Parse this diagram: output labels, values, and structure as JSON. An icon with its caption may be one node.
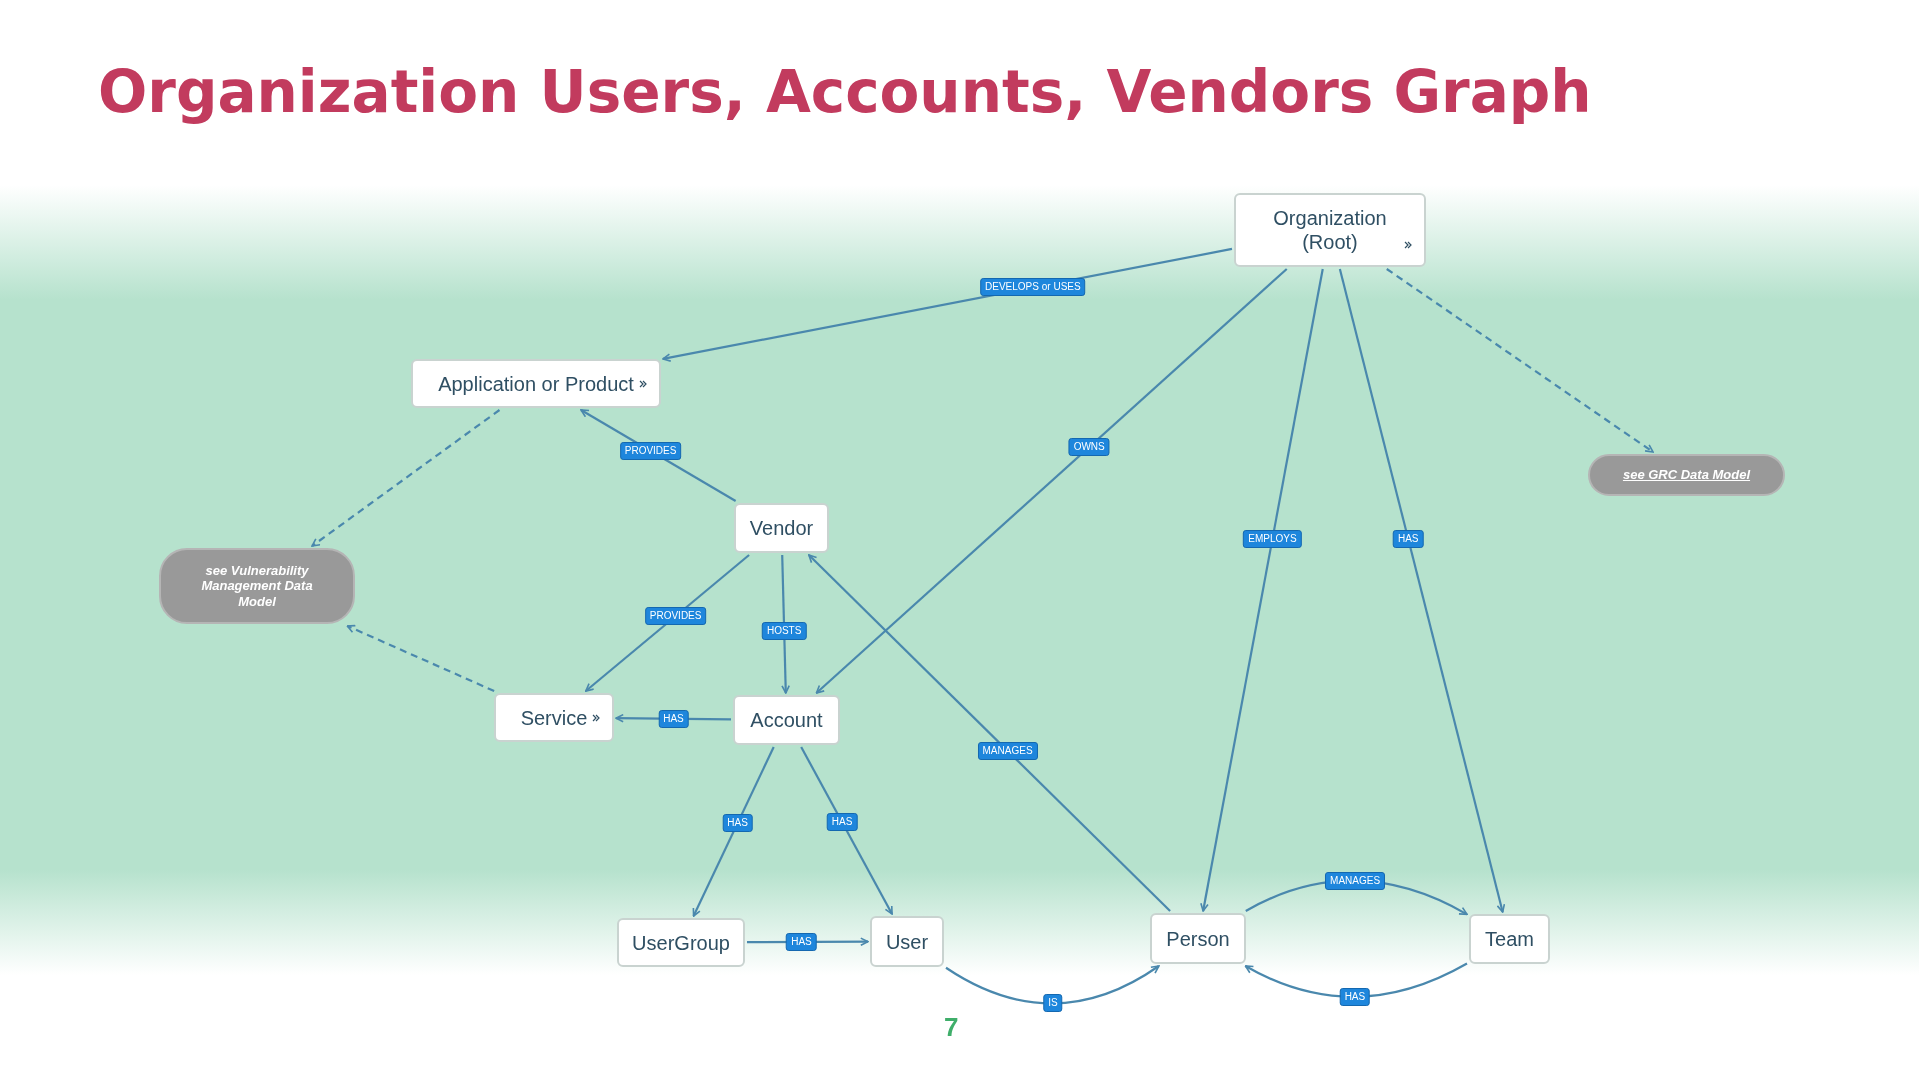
{
  "diagram": {
    "title": "Organization Users, Accounts, Vendors Graph",
    "nodes": [
      {
        "text": [
          "Organization (Root)"
        ]
      },
      {
        "text": [
          "Application or Product"
        ]
      },
      {
        "text": [
          "see GRC Data Model"
        ]
      },
      {
        "text": [
          "see Vulnerability Management Data Model"
        ]
      },
      {
        "text": [
          "Vendor"
        ]
      },
      {
        "text": [
          "Service"
        ]
      },
      {
        "text": [
          "Account"
        ]
      },
      {
        "text": [
          "UserGroup"
        ]
      },
      {
        "text": [
          "User"
        ]
      },
      {
        "text": [
          "Person"
        ]
      },
      {
        "text": [
          "Team"
        ]
      }
    ],
    "edges": [
      {
        "from": 0,
        "to": 1,
        "arrow": "to",
        "label": "DEVELOPS or USES"
      },
      {
        "from": 0,
        "to": 2,
        "arrow": "to",
        "style": "dashed"
      },
      {
        "from": 0,
        "to": 6,
        "arrow": "to",
        "label": "OWNS"
      },
      {
        "from": 0,
        "to": 9,
        "arrow": "to",
        "label": "EMPLOYS"
      },
      {
        "from": 0,
        "to": 10,
        "arrow": "to",
        "label": "HAS"
      },
      {
        "from": 4,
        "to": 1,
        "arrow": "to",
        "label": "PROVIDES"
      },
      {
        "from": 1,
        "to": 3,
        "arrow": "to",
        "style": "dashed"
      },
      {
        "from": 4,
        "to": 5,
        "arrow": "to",
        "label": "PROVIDES"
      },
      {
        "from": 4,
        "to": 6,
        "arrow": "to",
        "label": "HOSTS"
      },
      {
        "from": 9,
        "to": 4,
        "arrow": "to",
        "label": "MANAGES"
      },
      {
        "from": 6,
        "to": 5,
        "arrow": "to",
        "label": "HAS"
      },
      {
        "from": 5,
        "to": 3,
        "arrow": "to",
        "style": "dashed"
      },
      {
        "from": 6,
        "to": 7,
        "arrow": "to",
        "label": "HAS"
      },
      {
        "from": 6,
        "to": 8,
        "arrow": "to",
        "label": "HAS"
      },
      {
        "from": 7,
        "to": 8,
        "arrow": "to",
        "label": "HAS"
      },
      {
        "from": 8,
        "to": 9,
        "arrow": "to",
        "label": "IS"
      },
      {
        "from": 9,
        "to": 10,
        "arrow": "to",
        "label": "MANAGES"
      },
      {
        "from": 10,
        "to": 9,
        "arrow": "to",
        "label": "HAS"
      }
    ],
    "labels": [
      "7"
    ]
  }
}
